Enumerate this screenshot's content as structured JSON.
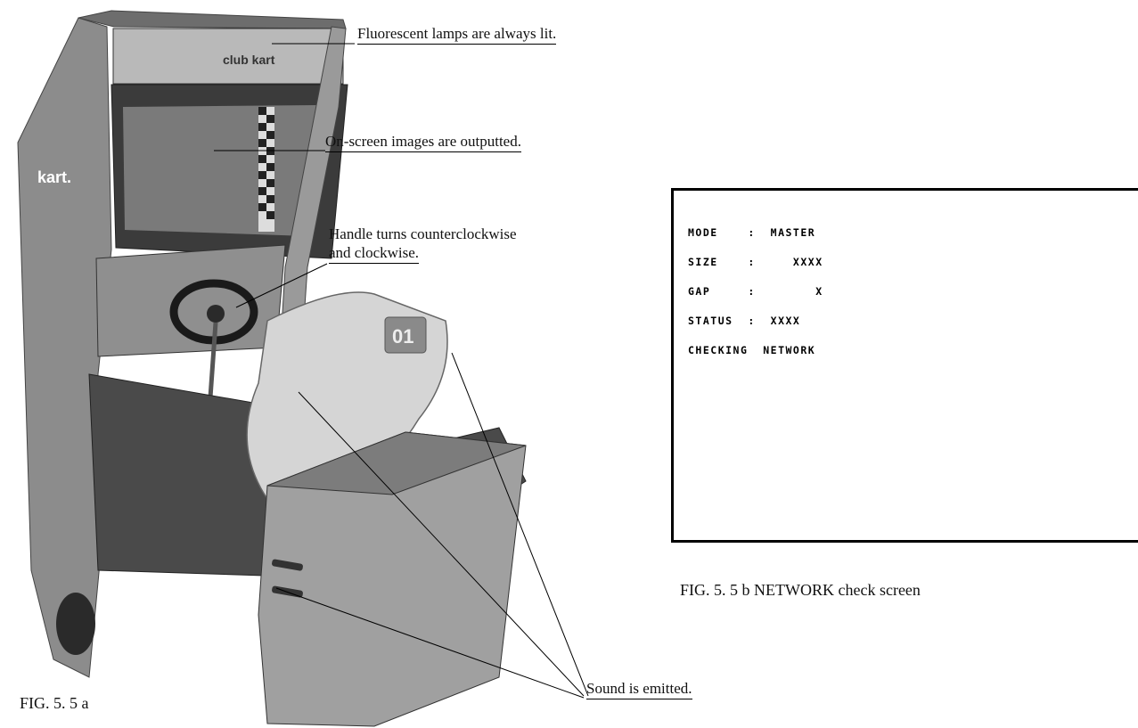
{
  "photo": {
    "seat_number": "01",
    "marquee_text": "club kart",
    "side_text": "kart."
  },
  "callouts": {
    "fluorescent": "Fluorescent lamps are always lit.",
    "onscreen": "On-screen images are outputted.",
    "handle_line1": "Handle turns counterclockwise",
    "handle_line2": "and clockwise.",
    "sound": "Sound is emitted."
  },
  "figures": {
    "fig_a": "FIG. 5. 5 a",
    "fig_b": "FIG. 5. 5 b  NETWORK check screen"
  },
  "network_screen": {
    "lines": [
      "MODE    :  MASTER",
      "SIZE    :     XXXX",
      "GAP     :        X",
      "STATUS  :  XXXX",
      "CHECKING  NETWORK"
    ]
  }
}
